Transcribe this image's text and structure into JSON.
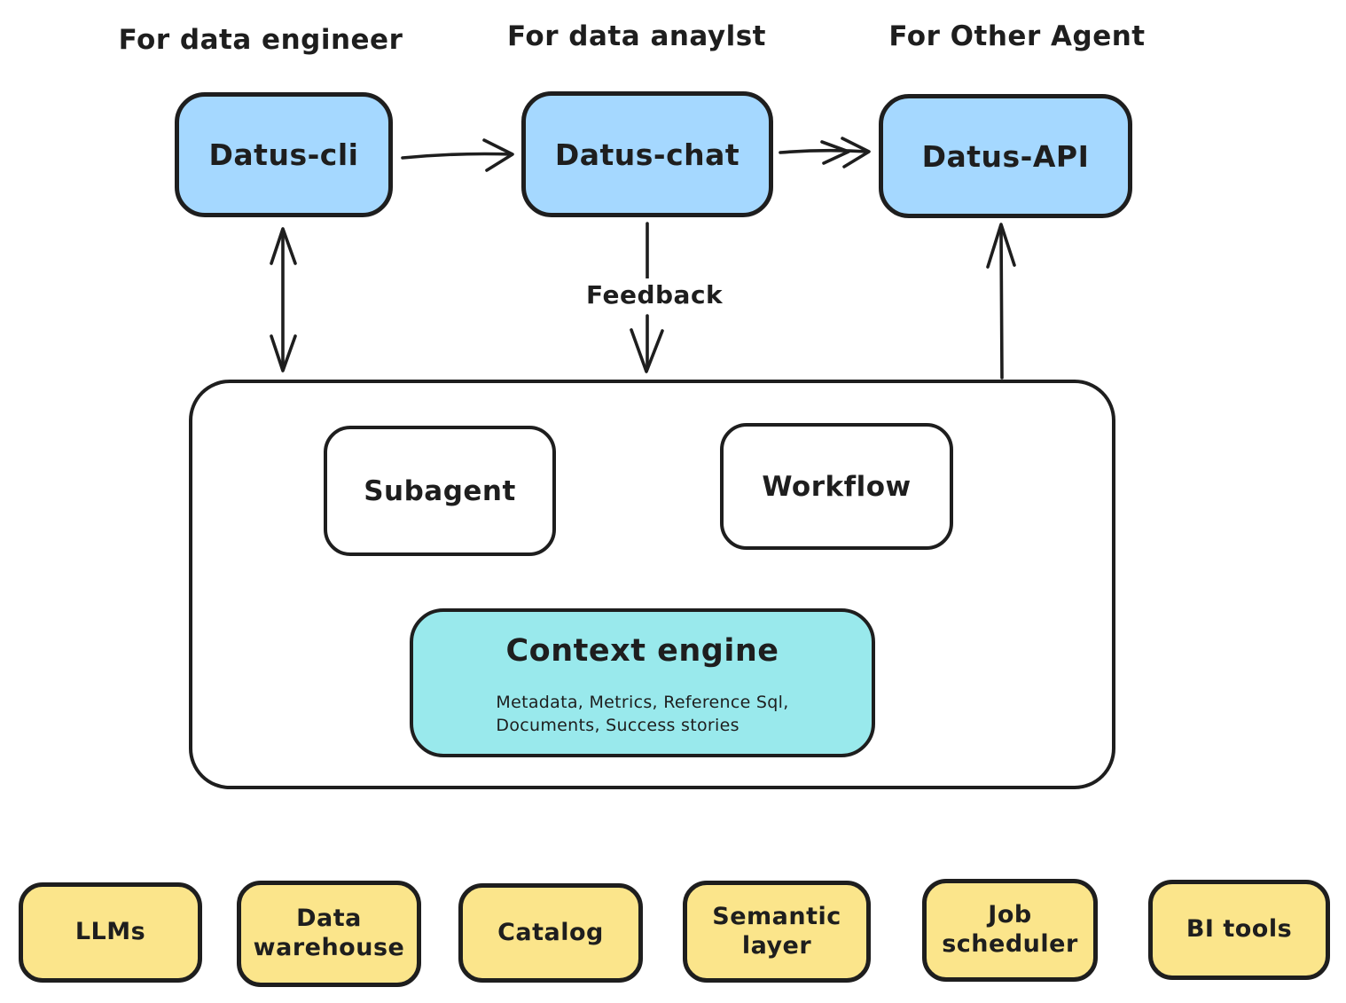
{
  "diagram": {
    "top_labels": [
      {
        "text": "For data engineer"
      },
      {
        "text": "For data anaylst"
      },
      {
        "text": "For Other Agent"
      }
    ],
    "nodes": {
      "cli": {
        "label": "Datus-cli"
      },
      "chat": {
        "label": "Datus-chat"
      },
      "api": {
        "label": "Datus-API"
      },
      "subagent": {
        "label": "Subagent"
      },
      "workflow": {
        "label": "Workflow"
      }
    },
    "context_engine": {
      "title": "Context engine",
      "details_line1": "Metadata, Metrics, Reference Sql,",
      "details_line2": "Documents, Success stories"
    },
    "edges": {
      "cli_to_chat": {
        "type": "arrow-right",
        "label": ""
      },
      "chat_to_api": {
        "type": "arrow-right",
        "label": ""
      },
      "cli_to_container": {
        "type": "arrow-both",
        "label": ""
      },
      "chat_to_container": {
        "type": "arrow-down",
        "label": "Feedback"
      },
      "container_to_api": {
        "type": "arrow-up",
        "label": ""
      }
    },
    "infra": [
      {
        "label": "LLMs"
      },
      {
        "label": "Data warehouse"
      },
      {
        "label": "Catalog"
      },
      {
        "label": "Semantic layer"
      },
      {
        "label": "Job scheduler"
      },
      {
        "label": "BI tools"
      }
    ],
    "colors": {
      "node_blue": "#a5d8ff",
      "node_cyan": "#99e9ec",
      "node_yellow": "#fbe58b",
      "stroke": "#1e1e1e",
      "canvas_background": "#ffffff"
    }
  }
}
